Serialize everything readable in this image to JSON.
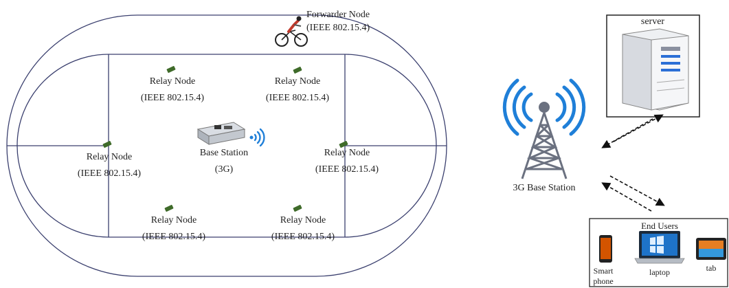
{
  "forwarder": {
    "name": "Forwarder Node",
    "protocol": "(IEEE 802.15.4)"
  },
  "relay_nodes": [
    {
      "name": "Relay Node",
      "protocol": "(IEEE 802.15.4)"
    },
    {
      "name": "Relay Node",
      "protocol": "(IEEE 802.15.4)"
    },
    {
      "name": "Relay Node",
      "protocol": "(IEEE 802.15.4)"
    },
    {
      "name": "Relay Node",
      "protocol": "(IEEE 802.15.4)"
    },
    {
      "name": "Relay Node",
      "protocol": "(IEEE 802.15.4)"
    },
    {
      "name": "Relay Node",
      "protocol": "(IEEE 802.15.4)"
    }
  ],
  "base_station": {
    "name": "Base Station",
    "tech": "(3G)"
  },
  "tower": {
    "label": "3G Base Station"
  },
  "server": {
    "label": "server"
  },
  "end_users": {
    "title": "End Users",
    "devices": [
      {
        "label_line1": "Smart",
        "label_line2": "phone"
      },
      {
        "label_line1": "laptop"
      },
      {
        "label_line1": "tab"
      }
    ]
  },
  "colors": {
    "track": "#3a3f6e",
    "tower": "#6b7180",
    "wave": "#1f7fd8",
    "node": "#3f6b2a",
    "arrow": "#111111"
  }
}
